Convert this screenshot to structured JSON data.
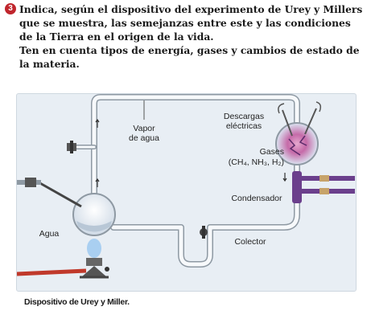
{
  "question": {
    "number": "3",
    "line1": "Indica, según el dispositivo del experimento de Urey y Millers que se muestra, las semejanzas entre este y las condiciones de la Tierra en el origen de la vida.",
    "line2": "Ten en cuenta tipos de energía, gases y cambios de estado de la materia."
  },
  "figure": {
    "labels": {
      "vapor": "Vapor\nde agua",
      "descargas": "Descargas\neléctricas",
      "gases": "Gases",
      "gases_formula": "(CH₄, NH₃, H₂)",
      "condensador": "Condensador",
      "agua": "Agua",
      "colector": "Colector"
    },
    "colors": {
      "tube": "#8e99a3",
      "tube_light": "#f7f9fb",
      "flask_glow": "#c56aa8",
      "condenser": "#6b3f8c",
      "burner_hose": "#c0392b",
      "flame": "#9ec9f0"
    }
  },
  "caption": "Dispositivo de Urey y Miller."
}
